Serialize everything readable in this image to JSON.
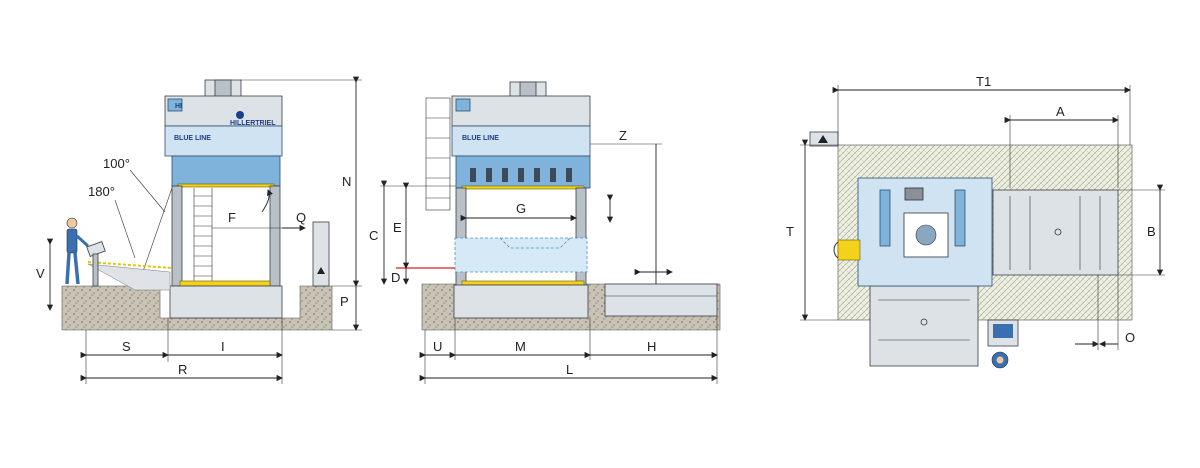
{
  "labels": {
    "N": "N",
    "P": "P",
    "F": "F",
    "Q": "Q",
    "S": "S",
    "I": "I",
    "R": "R",
    "V": "V",
    "angle_100": "100°",
    "angle_180": "180°",
    "C": "C",
    "E": "E",
    "D": "D",
    "G": "G",
    "Z": "Z",
    "U": "U",
    "M": "M",
    "H": "H",
    "L": "L",
    "T1": "T1",
    "A": "A",
    "B": "B",
    "T": "T",
    "O": "O"
  },
  "branding": {
    "line_name": "BLUE LINE",
    "maker": "HILLERTRIEL"
  },
  "colors": {
    "steel_blue": "#7fb3db",
    "light_blue": "#cfe3f3",
    "grey": "#b9c0c7",
    "safety_yellow": "#f3d21b",
    "laser_red": "#d62020",
    "dimension_line": "#222222"
  }
}
